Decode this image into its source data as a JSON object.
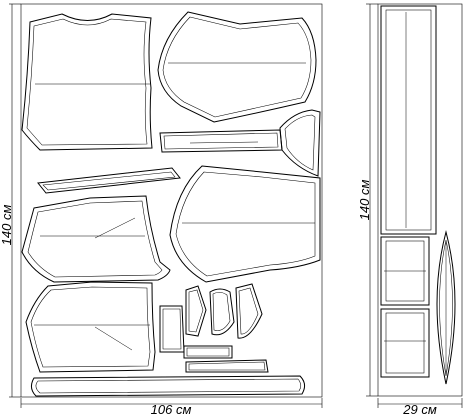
{
  "dimensions": {
    "left_height": "140 см",
    "left_width": "106 см",
    "right_height": "140 см",
    "right_width": "29 см"
  }
}
